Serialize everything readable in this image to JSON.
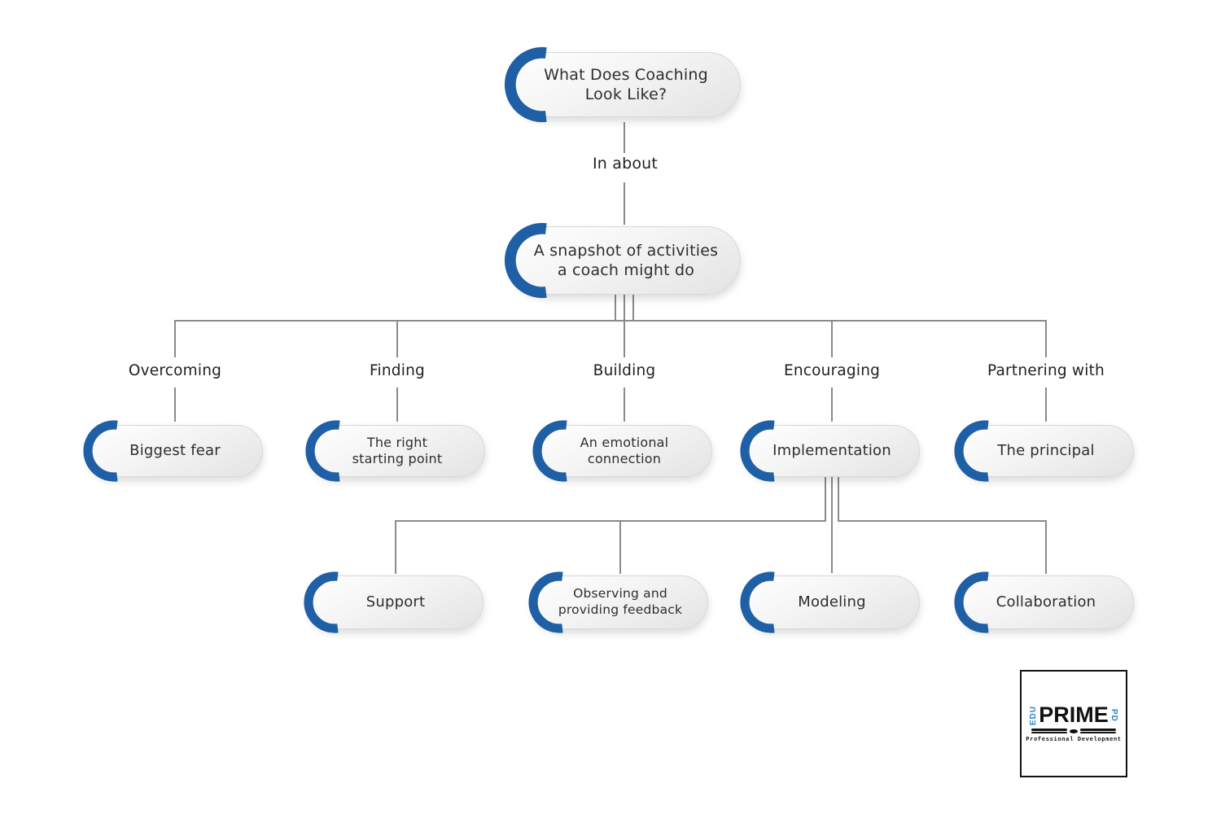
{
  "colors": {
    "accent_blue": "#1f5fa5",
    "line_gray": "#8a8a8a",
    "text_dark": "#2e2e2e",
    "logo_blue": "#2b87c8",
    "logo_black": "#111111"
  },
  "flowchart": {
    "root": "What Does Coaching\nLook Like?",
    "connector_label": "In about",
    "snapshot": "A snapshot of activities\na coach might do",
    "branches": [
      {
        "label": "Overcoming",
        "node": "Biggest fear"
      },
      {
        "label": "Finding",
        "node": "The right\nstarting point"
      },
      {
        "label": "Building",
        "node": "An emotional\nconnection"
      },
      {
        "label": "Encouraging",
        "node": "Implementation"
      },
      {
        "label": "Partnering with",
        "node": "The principal"
      }
    ],
    "implementation_children": [
      "Support",
      "Observing and\nproviding feedback",
      "Modeling",
      "Collaboration"
    ]
  },
  "logo": {
    "edu": "EDU",
    "prime": "PRIME",
    "pd": "PD",
    "tagline": "Professional Development"
  }
}
